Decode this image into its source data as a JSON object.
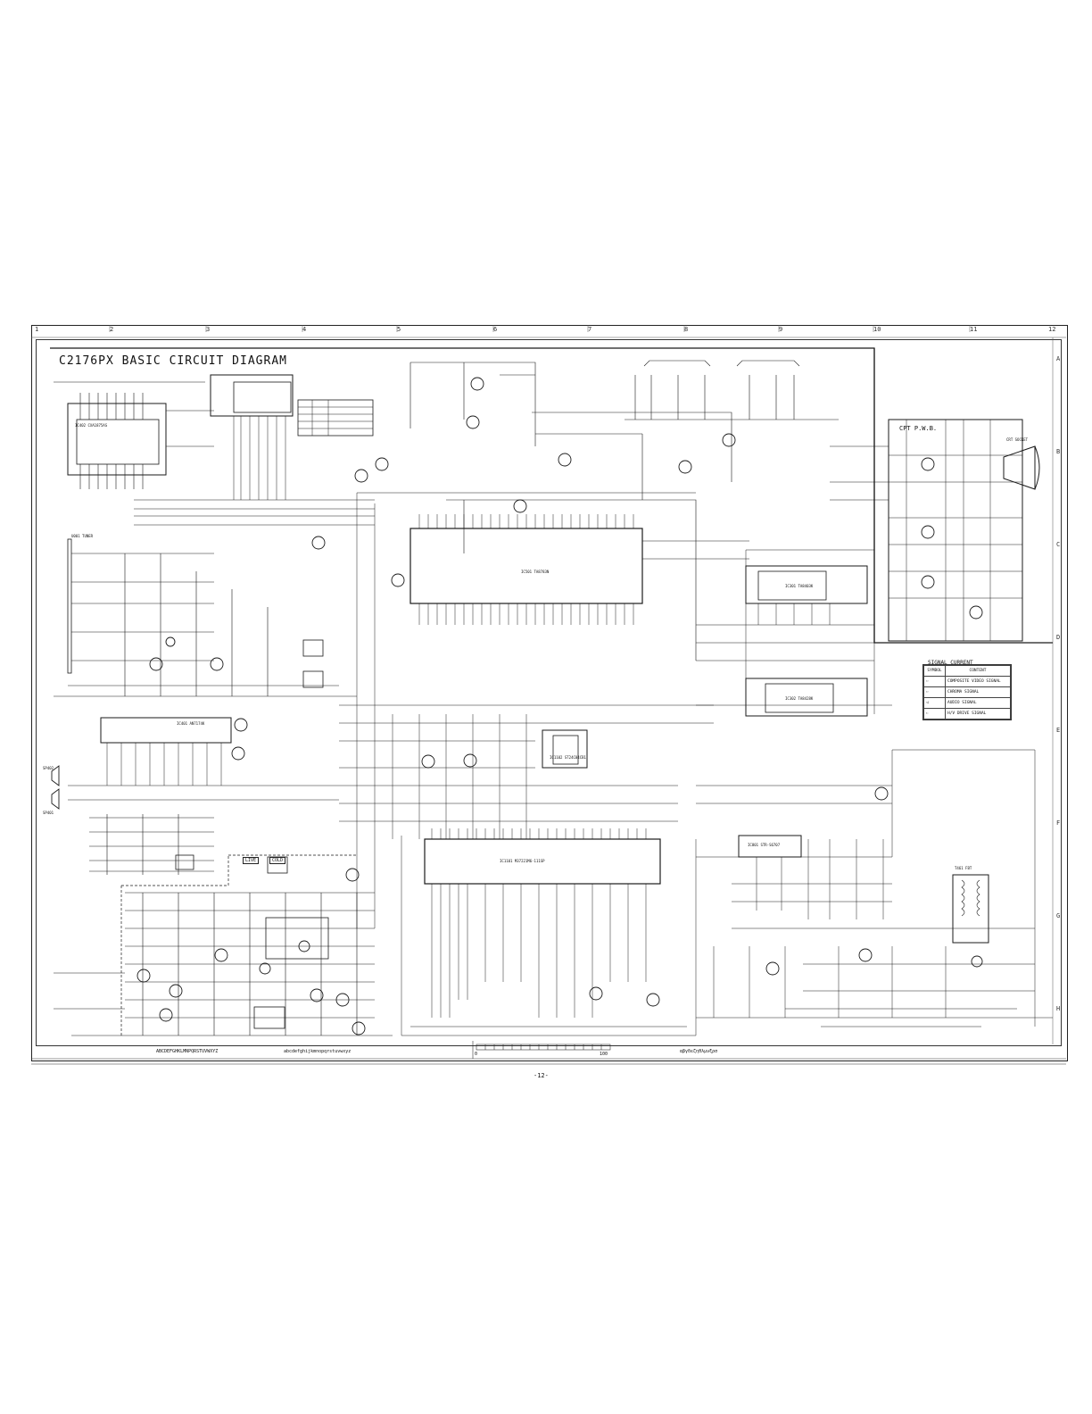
{
  "title": "C2176PX  BASIC CIRCUIT DIAGRAM",
  "cpt_label": "CPT P.W.B.",
  "page_number": "-12-",
  "column_numbers": [
    "1",
    "2",
    "3",
    "4",
    "5",
    "6",
    "7",
    "8",
    "9",
    "10",
    "11",
    "12"
  ],
  "row_letters": [
    "A",
    "B",
    "C",
    "D",
    "E",
    "F",
    "G",
    "H"
  ],
  "signal_legend": {
    "title": "SIGNAL CURRENT",
    "headers": [
      "SYMBOL",
      "CONTENT"
    ],
    "rows": [
      "COMPOSITE VIDEO SIGNAL",
      "CHROMA SIGNAL",
      "AUDIO SIGNAL",
      "H/V DRIVE SIGNAL"
    ]
  },
  "bottom_texts": {
    "alphabet_upper": "ABCDEFGHKLMNPQRSTUVWXYZ",
    "alphabet_lower": "abcdefghijkmnopqrstuvwxyz",
    "scale_start": "0",
    "scale_end": "100",
    "greek": "αβγδεζηθλμνξρσ"
  },
  "components": {
    "ic_audio": "IC402 CXA1875AS",
    "ic_sound": "IC401 AN7174K",
    "ic_if": "IC501 TA8783N",
    "ic_micro": "IC1101 M37221M6-111SP",
    "ic_eeprom": "IC1102 ST24C04CB1",
    "ic_vert": "IC301 TA8403K",
    "ic_pwr": "IC801 STR-S6707",
    "ic_ctrl": "IC302 TA8428K",
    "tuner": "U001 TUNER",
    "speaker_r": "SP402",
    "speaker_l": "SP401",
    "fbt": "T461 FBT",
    "cpt_socket": "CRT SOCKET"
  },
  "tags": {
    "live": "LIVE",
    "cold": "COLD"
  }
}
